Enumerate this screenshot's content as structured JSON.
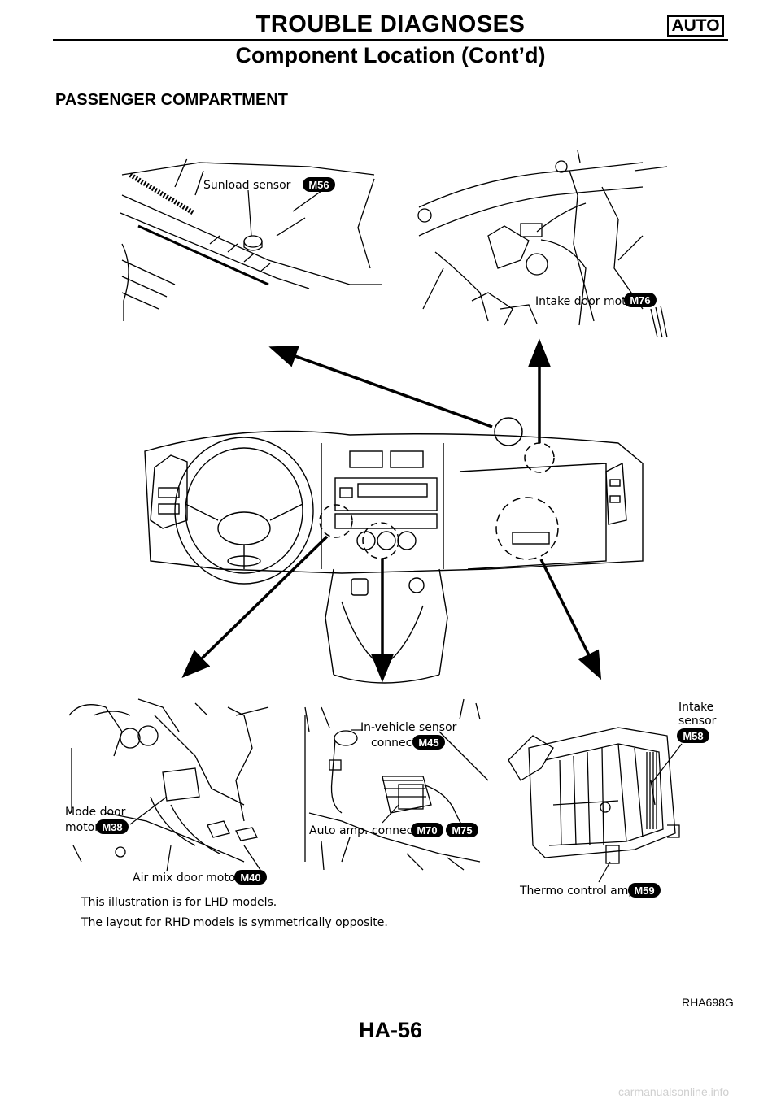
{
  "header": {
    "title": "TROUBLE DIAGNOSES",
    "badge": "AUTO",
    "subtitle": "Component Location (Cont’d)"
  },
  "section_title": "PASSENGER COMPARTMENT",
  "labels": {
    "sunload_sensor": "Sunload sensor",
    "intake_door_motor": "Intake door motor",
    "mode_door_motor_1": "Mode door",
    "mode_door_motor_2": "motor",
    "air_mix_door_motor": "Air mix door motor",
    "in_vehicle_sensor_1": "In-vehicle sensor",
    "in_vehicle_sensor_2": "connector",
    "auto_amp_connector": "Auto amp. connector",
    "intake_sensor_1": "Intake",
    "intake_sensor_2": "sensor",
    "thermo_control_amp": "Thermo control amp."
  },
  "connectors": {
    "sunload_sensor": "M56",
    "intake_door_motor": "M76",
    "mode_door_motor": "M38",
    "air_mix_door_motor": "M40",
    "in_vehicle_sensor": "M45",
    "auto_amp_1": "M70",
    "auto_amp_2": "M75",
    "intake_sensor": "M58",
    "thermo_control_amp": "M59"
  },
  "notes": [
    "This illustration is for LHD models.",
    "The layout for RHD models is symmetrically opposite."
  ],
  "figure_id": "RHA698G",
  "page_number": "HA-56",
  "watermark": "carmanualsonline.info",
  "colors": {
    "ink": "#000000",
    "paper": "#ffffff"
  }
}
